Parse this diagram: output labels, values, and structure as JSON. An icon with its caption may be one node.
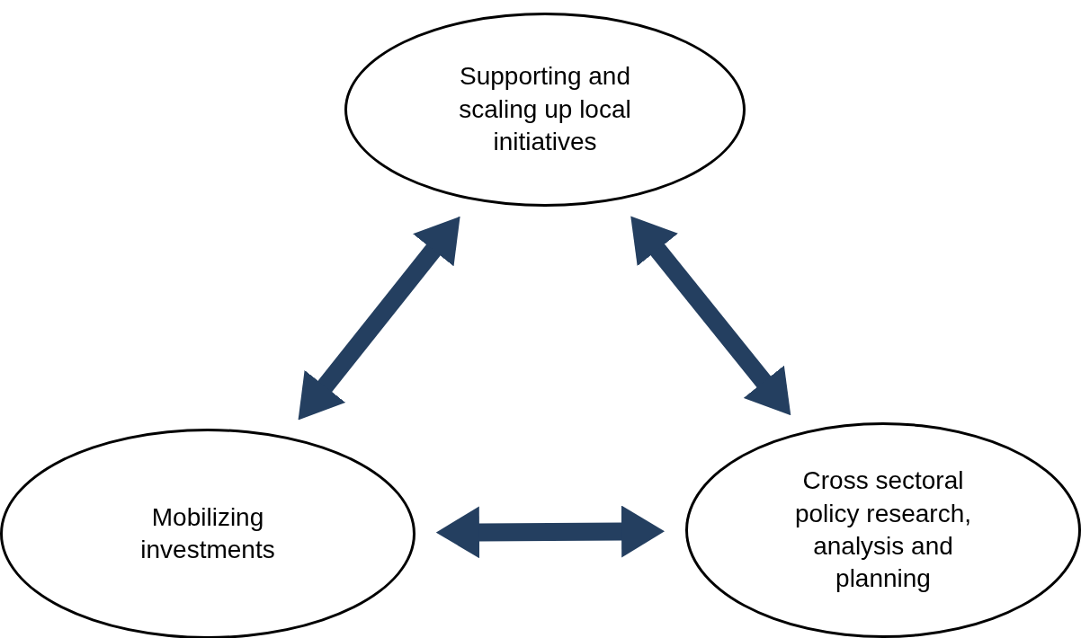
{
  "diagram": {
    "nodes": [
      {
        "text": [
          "Supporting and scaling up local initiatives"
        ]
      },
      {
        "text": [
          "Mobilizing investments"
        ]
      },
      {
        "text": [
          "Cross sectoral policy research, analysis and planning"
        ]
      }
    ],
    "edges": [
      {
        "from": 1,
        "to": 0,
        "arrow": "both"
      },
      {
        "from": 0,
        "to": 2,
        "arrow": "both"
      },
      {
        "from": 1,
        "to": 2,
        "arrow": "both"
      }
    ]
  }
}
